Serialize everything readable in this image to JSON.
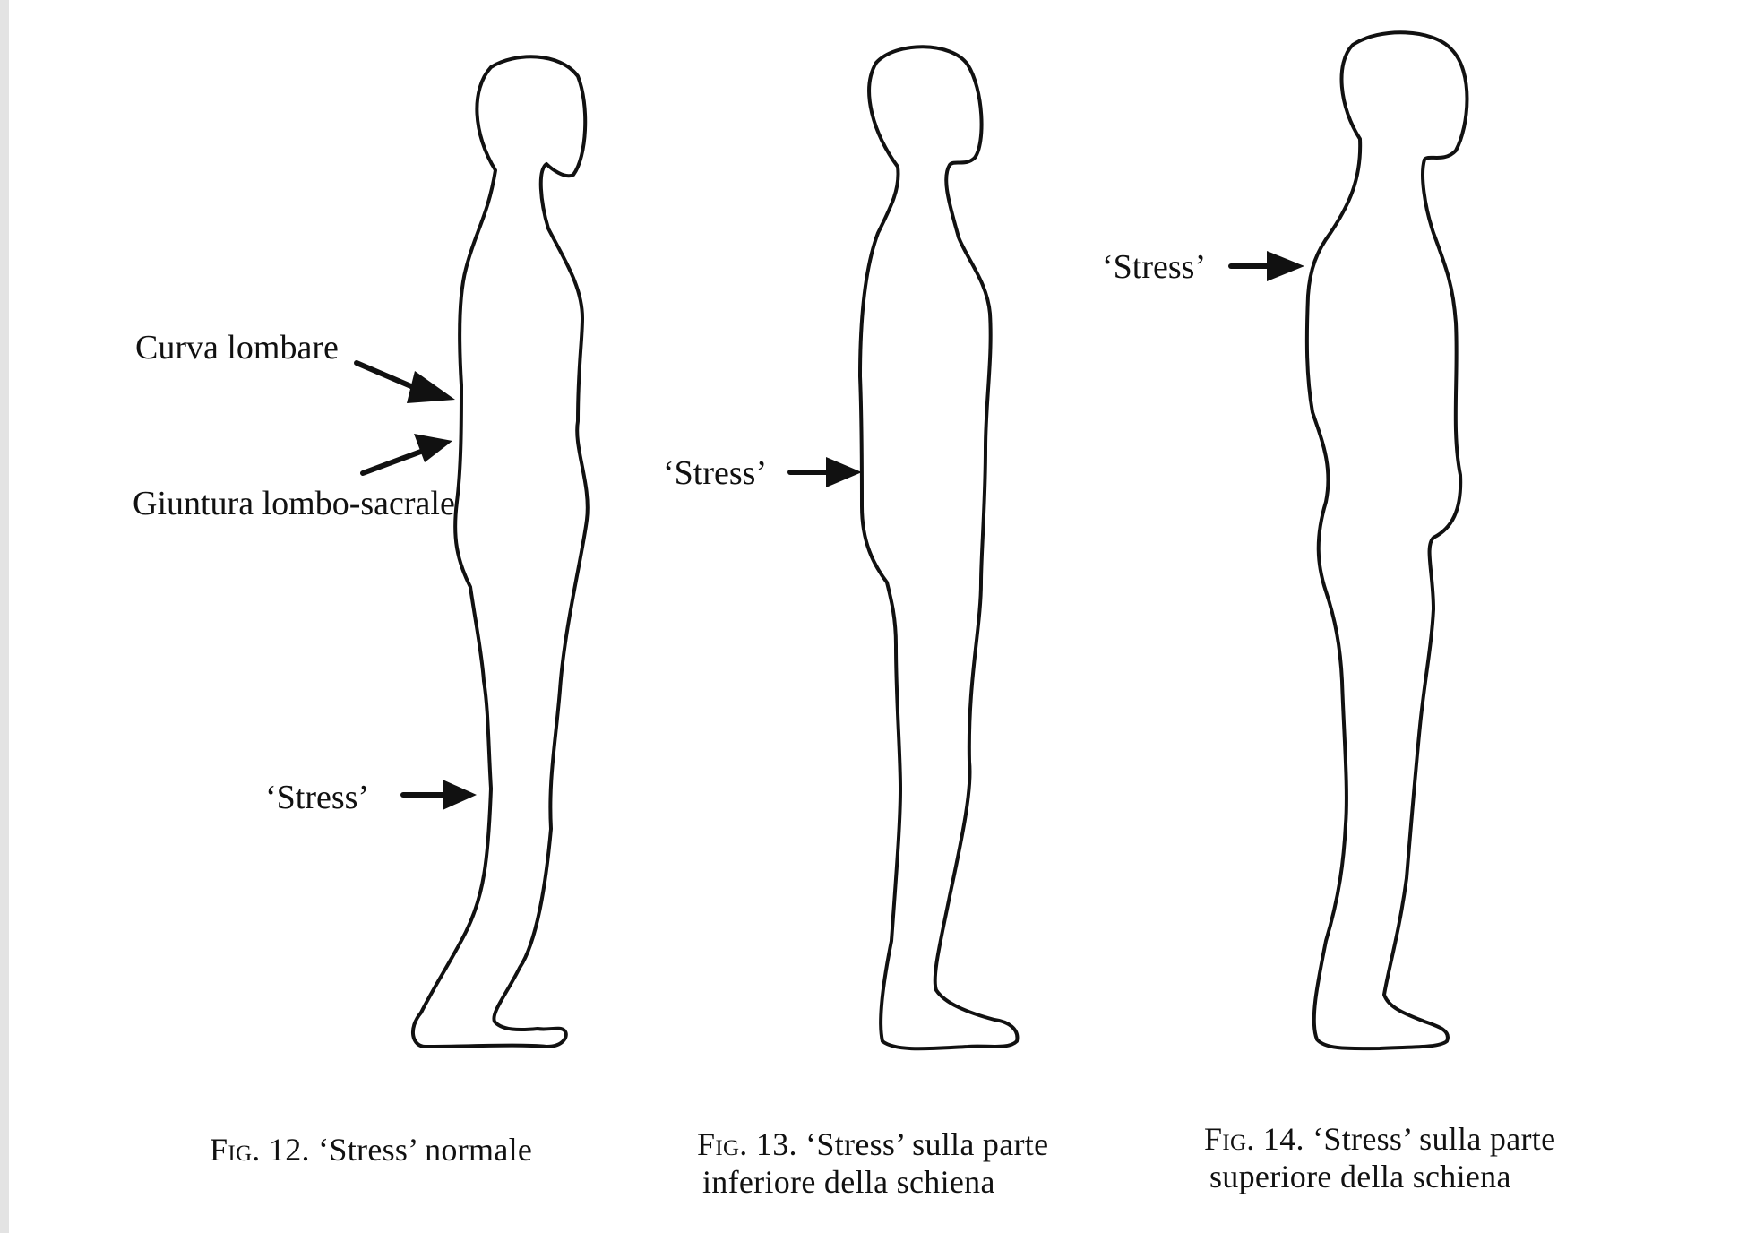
{
  "figures": [
    {
      "labels": {
        "curva_lombare": "Curva lombare",
        "giuntura": "Giuntura lombo-sacrale",
        "stress": "‘Stress’"
      },
      "caption": {
        "fig": "Fig.",
        "line1": "12. ‘Stress’ normale"
      }
    },
    {
      "labels": {
        "stress": "‘Stress’"
      },
      "caption": {
        "fig": "Fig.",
        "line1": "13. ‘Stress’ sulla parte",
        "line2": "inferiore della schiena"
      }
    },
    {
      "labels": {
        "stress": "‘Stress’"
      },
      "caption": {
        "fig": "Fig.",
        "line1": "14. ‘Stress’ sulla parte",
        "line2": "superiore della schiena"
      }
    }
  ]
}
